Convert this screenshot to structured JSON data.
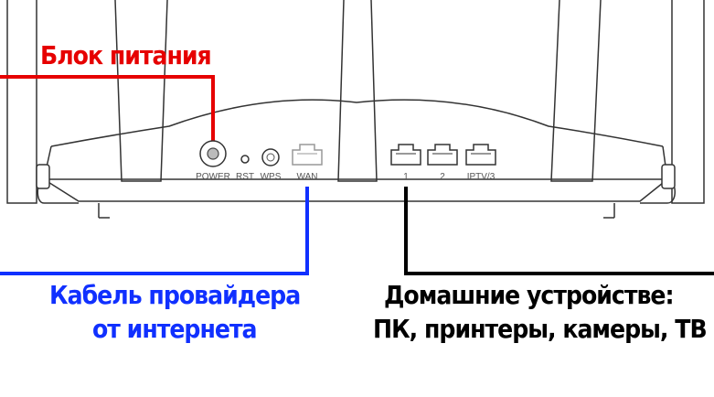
{
  "ports": {
    "power": "POWER",
    "rst": "RST",
    "wps": "WPS",
    "wan": "WAN",
    "lan1": "1",
    "lan2": "2",
    "lan3": "IPTV/3"
  },
  "callouts": {
    "power_supply": "Блок питания",
    "provider_line1": "Кабель провайдера",
    "provider_line2": "от интернета",
    "home_line1": "Домашние устройстве:",
    "home_line2": "ПК, принтеры, камеры, ТВ"
  },
  "colors": {
    "power_line": "#e60000",
    "wan_line": "#1030ff",
    "lan_line": "#000000",
    "outline": "#333333"
  }
}
